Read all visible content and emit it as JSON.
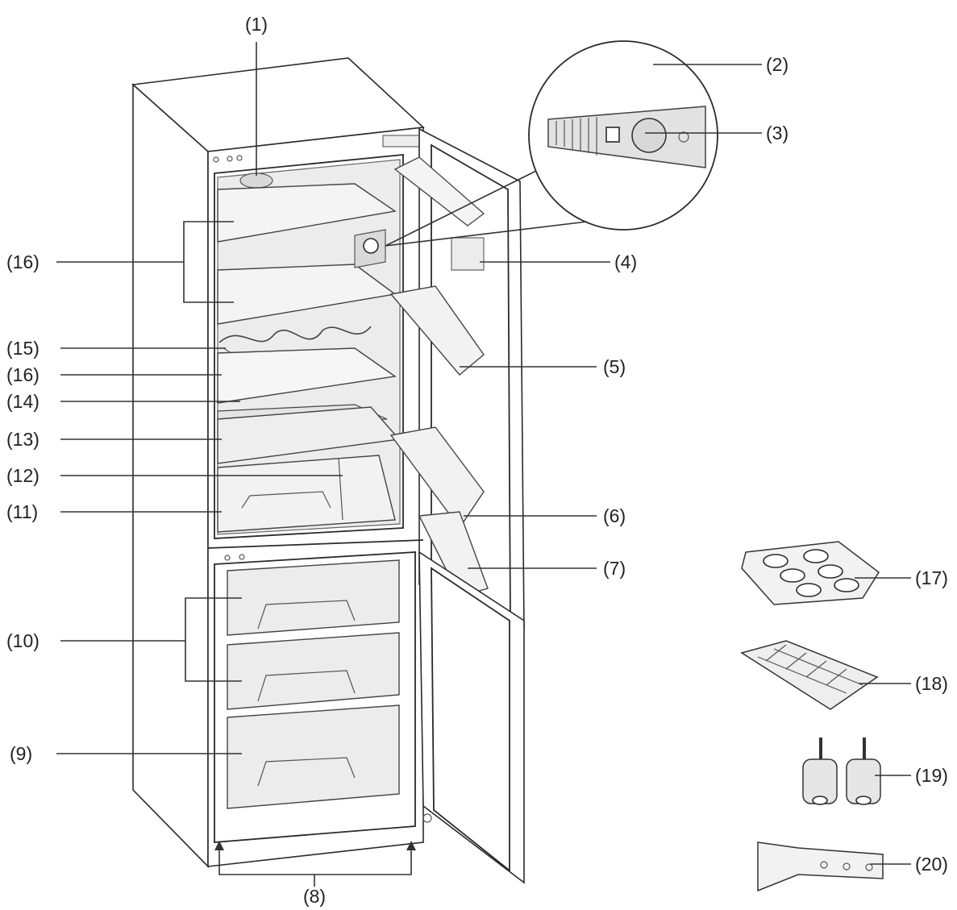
{
  "callouts": {
    "c1": "(1)",
    "c2": "(2)",
    "c3": "(3)",
    "c4": "(4)",
    "c5": "(5)",
    "c6": "(6)",
    "c7": "(7)",
    "c8": "(8)",
    "c9": "(9)",
    "c10": "(10)",
    "c11": "(11)",
    "c12": "(12)",
    "c13": "(13)",
    "c14": "(14)",
    "c15": "(15)",
    "c16a": "(16)",
    "c16b": "(16)",
    "c17": "(17)",
    "c18": "(18)",
    "c19": "(19)",
    "c20": "(20)"
  },
  "colors": {
    "line": "#333333",
    "text": "#222222",
    "shade": "#d9d9d9"
  }
}
